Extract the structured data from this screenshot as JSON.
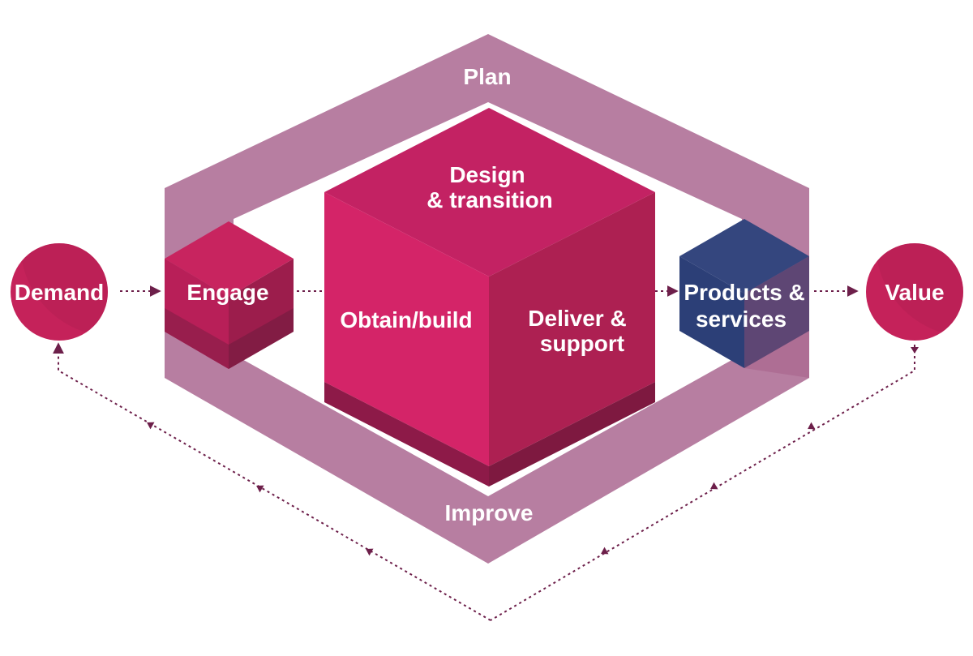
{
  "nodes": {
    "demand": "Demand",
    "value": "Value",
    "engage": "Engage",
    "plan": "Plan",
    "improve": "Improve",
    "design_transition": [
      "Design",
      "& transition"
    ],
    "obtain_build": "Obtain/build",
    "deliver_support": [
      "Deliver &",
      "support"
    ],
    "products_services": [
      "Products &",
      "services"
    ]
  },
  "colors": {
    "frame": "#a35a86",
    "magenta": "#c8205e",
    "magenta_light": "#d42468",
    "magenta_dark": "#a8204f",
    "circle": "#c5225a",
    "navy": "#2c3f77",
    "arrow": "#6d1f4a"
  }
}
